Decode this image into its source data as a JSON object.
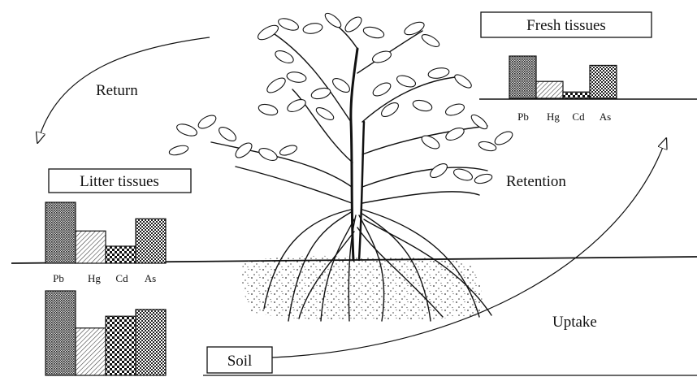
{
  "labels": {
    "fresh_tissues": "Fresh tissues",
    "litter_tissues": "Litter tissues",
    "soil": "Soil",
    "return": "Return",
    "retention": "Retention",
    "uptake": "Uptake"
  },
  "elements": [
    "Pb",
    "Hg",
    "Cd",
    "As"
  ],
  "bar_panels": [
    {
      "name": "fresh-tissues",
      "values": [
        1.0,
        0.4,
        0.15,
        0.78
      ]
    },
    {
      "name": "litter-tissues",
      "values": [
        1.0,
        0.53,
        0.28,
        0.73
      ]
    },
    {
      "name": "soil",
      "values": [
        1.0,
        0.56,
        0.7,
        0.78
      ]
    }
  ],
  "patterns": [
    "dark-dots",
    "diagonal-hatch",
    "checker",
    "fine-checker"
  ]
}
